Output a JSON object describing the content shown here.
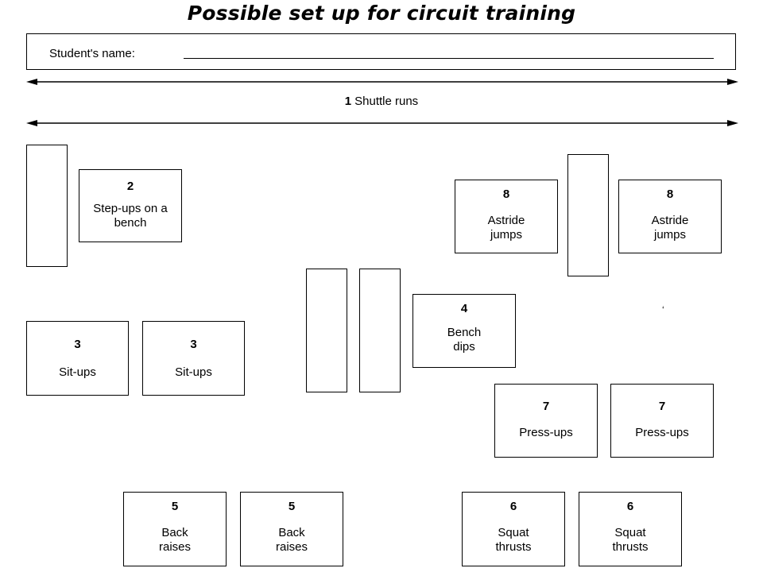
{
  "title": "Possible set up for circuit training",
  "student_name_label": "Student's name:",
  "shuttle": {
    "number": "1",
    "label": "Shuttle runs"
  },
  "stations": [
    {
      "id": "s2",
      "number": "2",
      "label": "Step-ups on a bench"
    },
    {
      "id": "s3a",
      "number": "3",
      "label": "Sit-ups"
    },
    {
      "id": "s3b",
      "number": "3",
      "label": "Sit-ups"
    },
    {
      "id": "s4",
      "number": "4",
      "label": "Bench dips"
    },
    {
      "id": "s5a",
      "number": "5",
      "label": "Back raises"
    },
    {
      "id": "s5b",
      "number": "5",
      "label": "Back raises"
    },
    {
      "id": "s6a",
      "number": "6",
      "label": "Squat thrusts"
    },
    {
      "id": "s6b",
      "number": "6",
      "label": "Squat thrusts"
    },
    {
      "id": "s7a",
      "number": "7",
      "label": "Press-ups"
    },
    {
      "id": "s7b",
      "number": "7",
      "label": "Press-ups"
    },
    {
      "id": "s8a",
      "number": "8",
      "label": "Astride jumps"
    },
    {
      "id": "s8b",
      "number": "8",
      "label": "Astride jumps"
    }
  ]
}
